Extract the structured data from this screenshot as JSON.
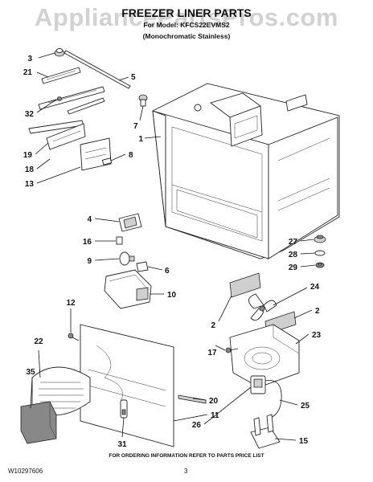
{
  "watermark": "AppliancePartsPros.com",
  "title": "FREEZER LINER PARTS",
  "model_line": "For Model: KFCS22EVMS2",
  "variant": "(Monochromatic Stainless)",
  "footer_note": "FOR ORDERING INFORMATION REFER TO PARTS PRICE LIST",
  "document_number": "W10297606",
  "page_number": "3",
  "callouts": [
    "3",
    "21",
    "5",
    "32",
    "7",
    "1",
    "8",
    "19",
    "18",
    "13",
    "4",
    "16",
    "9",
    "6",
    "27",
    "28",
    "29",
    "24",
    "10",
    "2",
    "2",
    "12",
    "23",
    "22",
    "17",
    "35",
    "20",
    "11",
    "25",
    "26",
    "15",
    "31"
  ]
}
